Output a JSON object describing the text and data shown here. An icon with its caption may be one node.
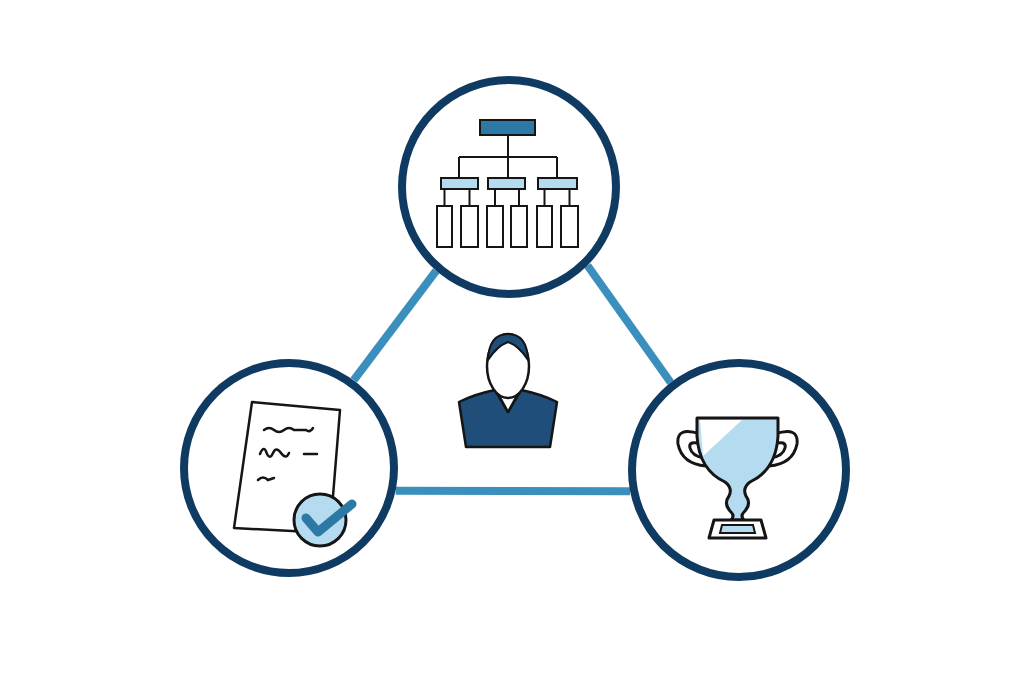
{
  "diagram": {
    "nodes": [
      {
        "text": [],
        "shape": "circle"
      },
      {
        "text": [],
        "shape": "circle"
      },
      {
        "text": [],
        "shape": "circle"
      }
    ],
    "edges": [
      {
        "from": 0,
        "to": 1,
        "arrow": "none"
      },
      {
        "from": 0,
        "to": 2,
        "arrow": "none"
      },
      {
        "from": 1,
        "to": 2,
        "arrow": "none"
      }
    ]
  }
}
